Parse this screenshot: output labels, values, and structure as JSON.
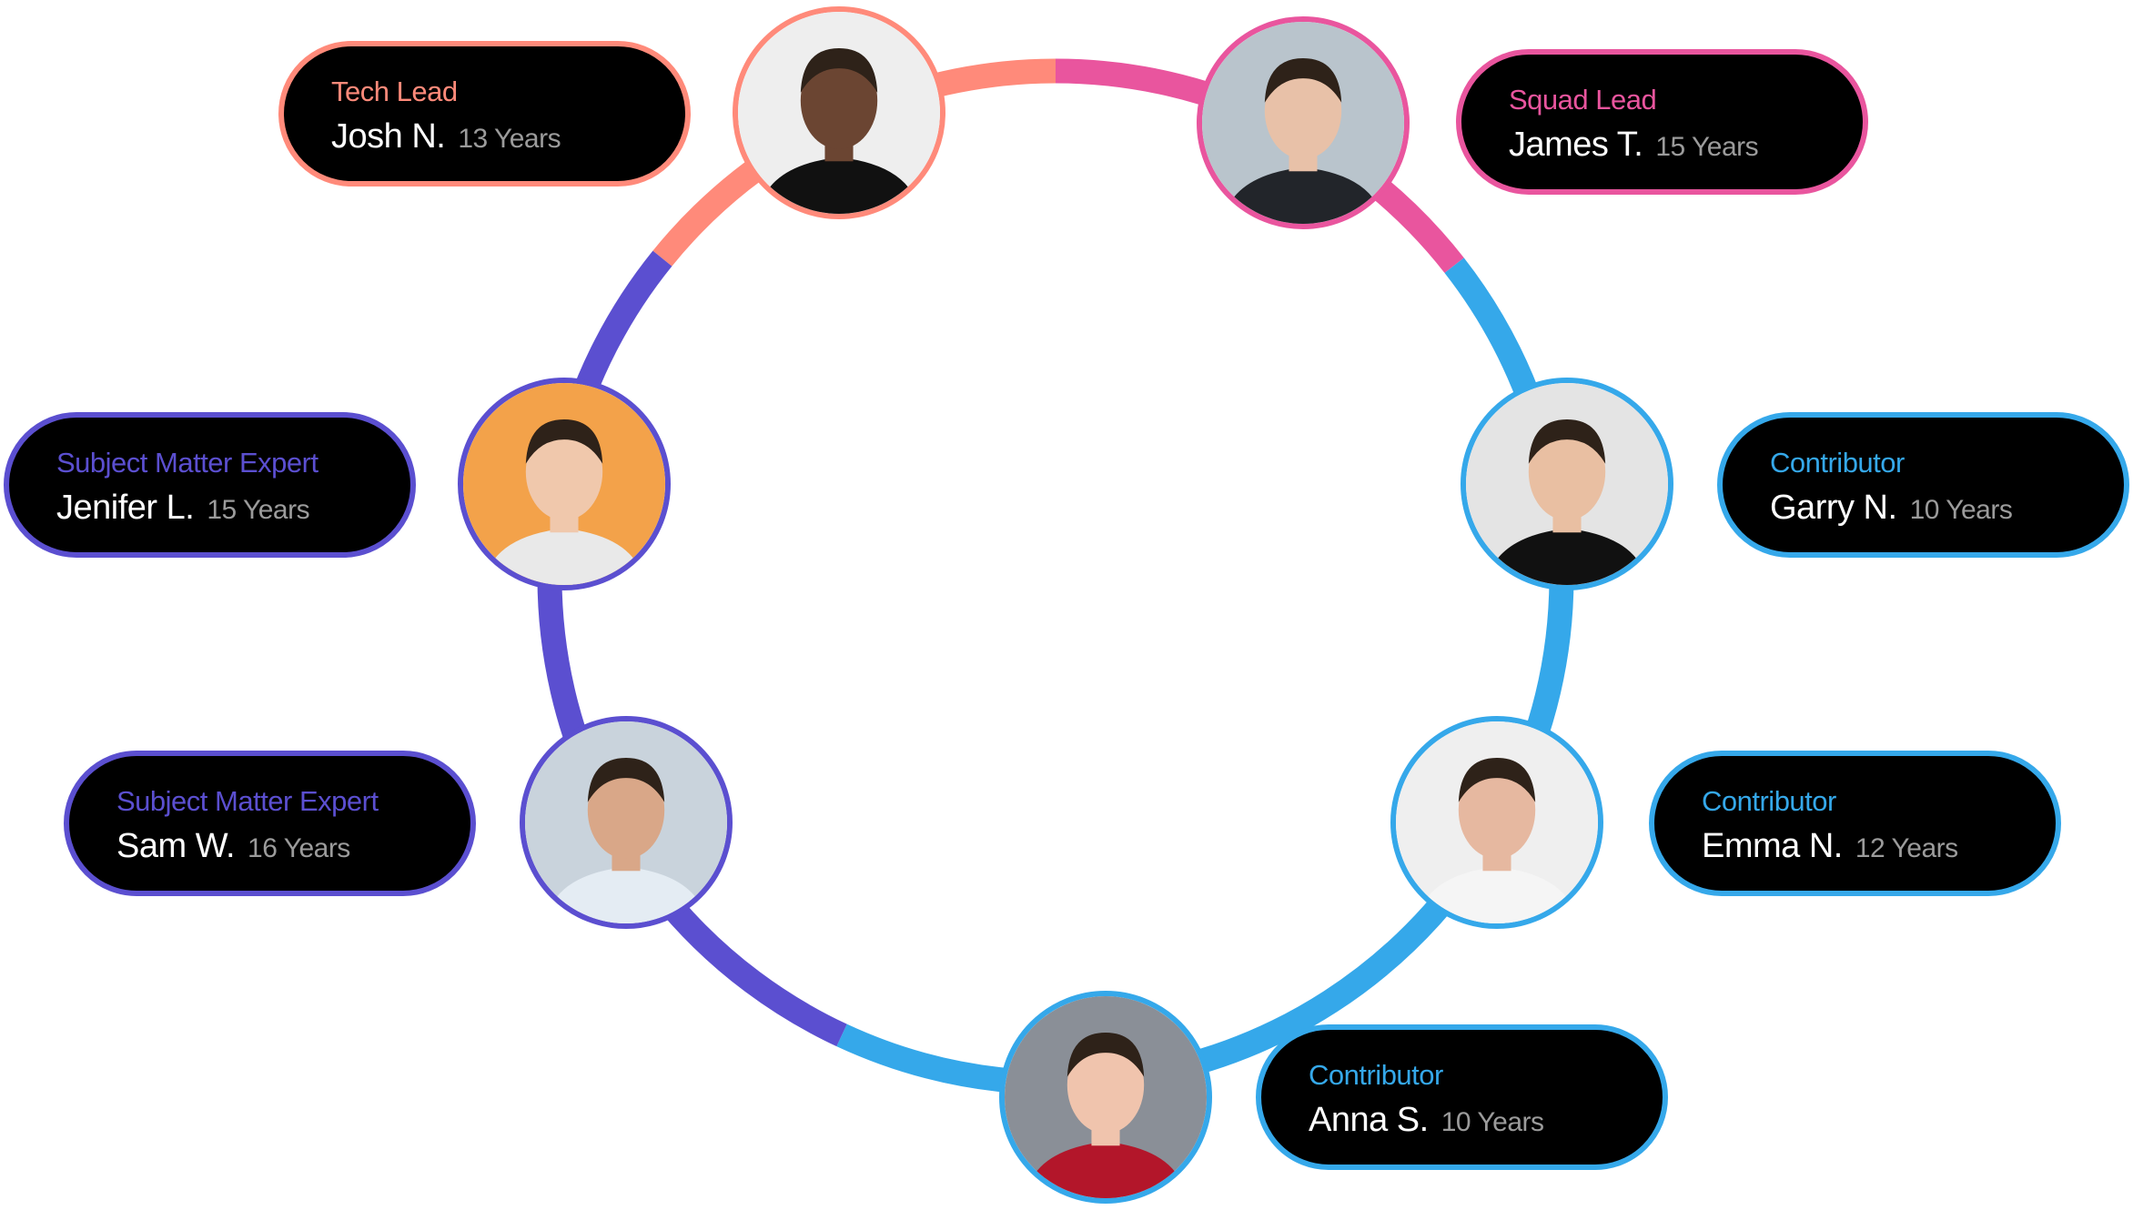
{
  "colors": {
    "tech_lead": "#FF8A7A",
    "squad_lead": "#E9559E",
    "sme": "#5B4FD0",
    "contributor": "#35A8EA"
  },
  "members": [
    {
      "role": "Tech Lead",
      "name": "Josh N.",
      "years": "13 Years",
      "color": "#FF8A7A",
      "bg": "#eeeeee",
      "skin": "#6b4532",
      "shirt": "#111111"
    },
    {
      "role": "Squad Lead",
      "name": "James T.",
      "years": "15 Years",
      "color": "#E9559E",
      "bg": "#b9c4cc",
      "skin": "#e8c1a8",
      "shirt": "#22252a"
    },
    {
      "role": "Subject Matter Expert",
      "name": "Jenifer L.",
      "years": "15 Years",
      "color": "#5B4FD0",
      "bg": "#f3a24a",
      "skin": "#f0c8ac",
      "shirt": "#e9e9e9"
    },
    {
      "role": "Contributor",
      "name": "Garry N.",
      "years": "10 Years",
      "color": "#35A8EA",
      "bg": "#e4e4e4",
      "skin": "#e9bfa2",
      "shirt": "#111111"
    },
    {
      "role": "Subject Matter Expert",
      "name": "Sam W.",
      "years": "16 Years",
      "color": "#5B4FD0",
      "bg": "#c9d3dc",
      "skin": "#d9a788",
      "shirt": "#e4ecf3"
    },
    {
      "role": "Contributor",
      "name": "Emma N.",
      "years": "12 Years",
      "color": "#35A8EA",
      "bg": "#efefef",
      "skin": "#e6b8a0",
      "shirt": "#f5f5f5"
    },
    {
      "role": "Contributor",
      "name": "Anna S.",
      "years": "10 Years",
      "color": "#35A8EA",
      "bg": "#8a8f97",
      "skin": "#f0c4ad",
      "shirt": "#b3162a"
    }
  ]
}
